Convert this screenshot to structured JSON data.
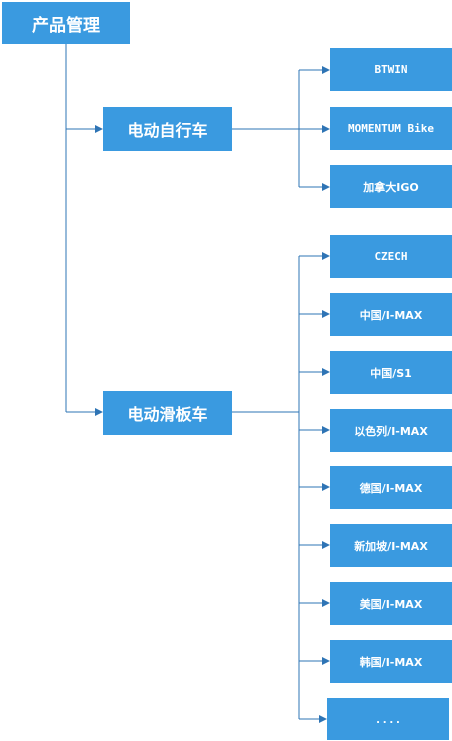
{
  "diagram": {
    "root": {
      "label": "产品管理"
    },
    "categories": [
      {
        "label": "电动自行车",
        "items": [
          "BTWIN",
          "MOMENTUM Bike",
          "加拿大IGO"
        ]
      },
      {
        "label": "电动滑板车",
        "items": [
          "CZECH",
          "中国/I-MAX",
          "中国/S1",
          "以色列/I-MAX",
          "德国/I-MAX",
          "新加坡/I-MAX",
          "美国/I-MAX",
          "韩国/I-MAX",
          "...."
        ]
      }
    ],
    "colors": {
      "node": "#3a9ae0",
      "line": "#2e74b5",
      "text": "#ffffff"
    }
  }
}
